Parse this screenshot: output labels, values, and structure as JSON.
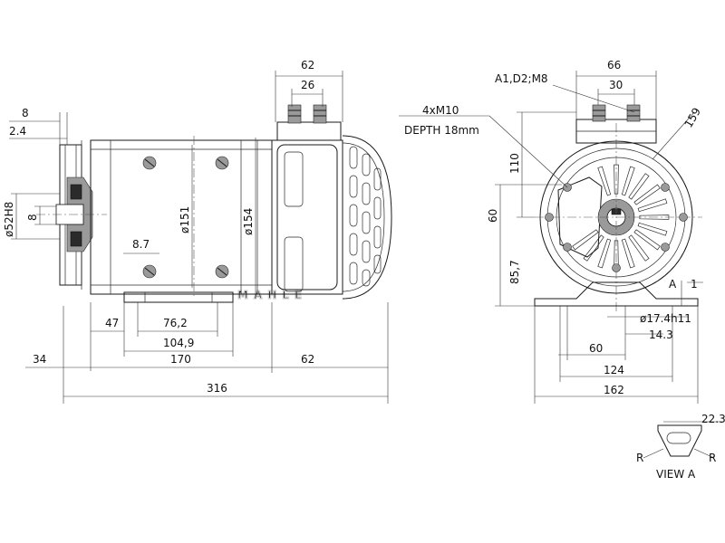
{
  "side_view": {
    "dims": {
      "top_overall": "62",
      "top_inner": "26",
      "left_8": "8",
      "left_2_4": "2.4",
      "shaft_dia": "ø52H8",
      "shaft_key": "8",
      "hole_8_7": "8.7",
      "body_dia_151": "ø151",
      "body_dia_154": "ø154",
      "foot_47": "47",
      "foot_76_2": "76,2",
      "foot_104_9": "104,9",
      "len_34": "34",
      "len_170": "170",
      "len_62": "62",
      "len_316": "316"
    }
  },
  "end_view": {
    "dims": {
      "top_66": "66",
      "top_30": "30",
      "terminals": "A1,D2;M8",
      "bolt_spec": "4xM10",
      "bolt_depth": "DEPTH 18mm",
      "radius_159": "159",
      "height_110": "110",
      "height_60": "60",
      "height_85_7": "85,7",
      "shaft_dia": "ø17.4h11",
      "shaft_14_3": "14.3",
      "base_60": "60",
      "base_124": "124",
      "base_162": "162",
      "mark_a": "A",
      "mark_1": "1"
    }
  },
  "view_a": {
    "dim_22_3": "22.3",
    "r_left": "R",
    "r_right": "R",
    "title": "VIEW A"
  },
  "watermark": "MAHLE"
}
